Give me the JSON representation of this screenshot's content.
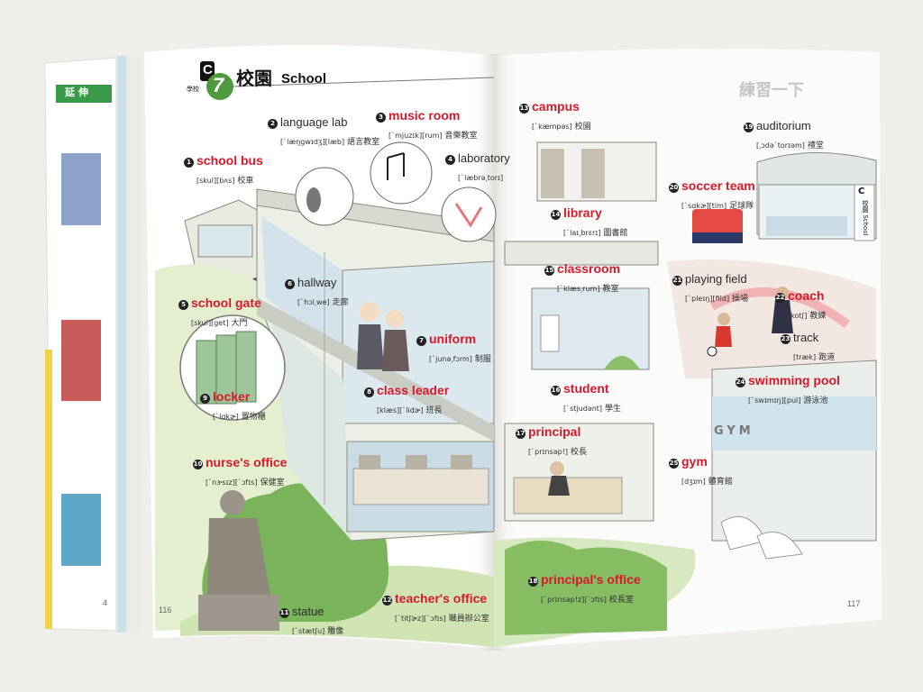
{
  "header": {
    "chapter_letter": "C",
    "chapter_number": "7",
    "chapter_title_zh": "校園",
    "chapter_title_en": "School",
    "side_tag": "學校"
  },
  "side_tab": {
    "label": "延伸"
  },
  "practice_heading": "練習一下",
  "page_numbers": {
    "left": "116",
    "right": "117",
    "far_left": "4"
  },
  "side_thumb": {
    "letter": "C",
    "text": "校園 School"
  },
  "labels": [
    {
      "n": "1",
      "en": "school bus",
      "phon": "[skul][bʌs]",
      "zh": "校車",
      "red": true
    },
    {
      "n": "2",
      "en": "language lab",
      "phon": "[ˋlæŋgwɪdʒ][læb]",
      "zh": "語言教室",
      "red": false
    },
    {
      "n": "3",
      "en": "music room",
      "phon": "[ˋmjuzɪk][rum]",
      "zh": "音樂教室",
      "red": true
    },
    {
      "n": "4",
      "en": "laboratory",
      "phon": "[ˋlæbrə͵torɪ]",
      "zh": "",
      "red": false
    },
    {
      "n": "5",
      "en": "school gate",
      "phon": "[skul][get]",
      "zh": "大門",
      "red": true
    },
    {
      "n": "6",
      "en": "hallway",
      "phon": "[ˋhɔl͵we]",
      "zh": "走廊",
      "red": false
    },
    {
      "n": "7",
      "en": "uniform",
      "phon": "[ˋjunə͵fɔrm]",
      "zh": "制服",
      "red": true
    },
    {
      "n": "8",
      "en": "class leader",
      "phon": "[klæs][ˋlidɚ]",
      "zh": "班長",
      "red": true
    },
    {
      "n": "9",
      "en": "locker",
      "phon": "[ˋlɑkɚ]",
      "zh": "置物櫃",
      "red": true
    },
    {
      "n": "10",
      "en": "nurse's office",
      "phon": "[ˋnɝsɪz][ˋɔfɪs]",
      "zh": "保健室",
      "red": true
    },
    {
      "n": "11",
      "en": "statue",
      "phon": "[ˋstætʃu]",
      "zh": "雕像",
      "red": false
    },
    {
      "n": "12",
      "en": "teacher's office",
      "phon": "[ˋtitʃɚz][ˋɔfɪs]",
      "zh": "職員辦公室",
      "red": true
    },
    {
      "n": "13",
      "en": "campus",
      "phon": "[ˋkæmpəs]",
      "zh": "校園",
      "red": true
    },
    {
      "n": "14",
      "en": "library",
      "phon": "[ˋlaɪ͵brɛrɪ]",
      "zh": "圖書館",
      "red": true
    },
    {
      "n": "15",
      "en": "classroom",
      "phon": "[ˋklæs͵rum]",
      "zh": "教室",
      "red": true
    },
    {
      "n": "16",
      "en": "student",
      "phon": "[ˋstjudənt]",
      "zh": "學生",
      "red": true
    },
    {
      "n": "17",
      "en": "principal",
      "phon": "[ˋprɪnsəp!]",
      "zh": "校長",
      "red": true
    },
    {
      "n": "18",
      "en": "principal's office",
      "phon": "[ˋprɪnsəp!z][ˋɔfɪs]",
      "zh": "校長室",
      "red": true
    },
    {
      "n": "19",
      "en": "auditorium",
      "phon": "[͵ɔdəˋtorɪəm]",
      "zh": "禮堂",
      "red": false
    },
    {
      "n": "20",
      "en": "soccer team",
      "phon": "[ˋsɑkɚ][tim]",
      "zh": "足球隊",
      "red": true
    },
    {
      "n": "21",
      "en": "playing field",
      "phon": "[ˋpleɪŋ][fild]",
      "zh": "操場",
      "red": false
    },
    {
      "n": "22",
      "en": "coach",
      "phon": "[kotʃ]",
      "zh": "教練",
      "red": true
    },
    {
      "n": "23",
      "en": "track",
      "phon": "[træk]",
      "zh": "跑道",
      "red": false
    },
    {
      "n": "24",
      "en": "swimming pool",
      "phon": "[ˋswɪmɪŋ][pul]",
      "zh": "游泳池",
      "red": true
    },
    {
      "n": "25",
      "en": "gym",
      "phon": "[dʒɪm]",
      "zh": "體育館",
      "red": true
    }
  ],
  "gym_sign": "GYM",
  "colors": {
    "label_red": "#d9182a",
    "chapter_green": "#4e9a3c",
    "header_black": "#111111",
    "tab_green": "#3a9a4a"
  }
}
